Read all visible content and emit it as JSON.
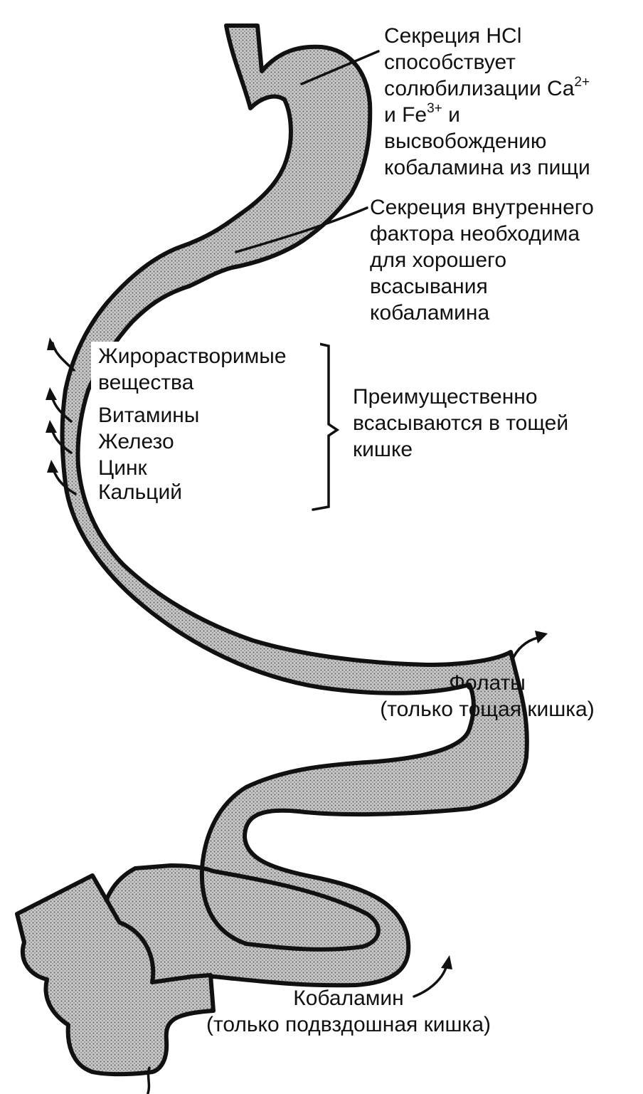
{
  "labels": {
    "hcl": {
      "line1": "Секреция HCl",
      "line2": "способствует",
      "line3_text": "солюбилизации Ca",
      "line3_sup": "2+",
      "line4_a": "и Fe",
      "line4_sup": "3+",
      "line4_b": " и",
      "line5": "высвобождению",
      "line6": "кобаламина из пищи"
    },
    "intrinsic_factor": {
      "line1": "Секреция внутреннего",
      "line2": "фактора необходима",
      "line3": "для хорошего",
      "line4": "всасывания",
      "line5": "кобаламина"
    },
    "jejunum_items": {
      "fat_soluble_1": "Жирорастворимые",
      "fat_soluble_2": "вещества",
      "vitamins": "Витамины",
      "iron": "Железо",
      "zinc": "Цинк",
      "calcium": "Кальций"
    },
    "jejunum_note": {
      "line1": "Преимущественно",
      "line2": "всасываются в тощей",
      "line3": "кишке"
    },
    "folate": {
      "line1": "Фолаты",
      "line2": "(только тощая кишка)"
    },
    "cobalamin": {
      "line1": "Кобаламин",
      "line2": "(только подвздошная кишка)"
    }
  },
  "colors": {
    "ink": "#111111",
    "tube_fill": "#bdbdbd",
    "background": "#ffffff"
  }
}
